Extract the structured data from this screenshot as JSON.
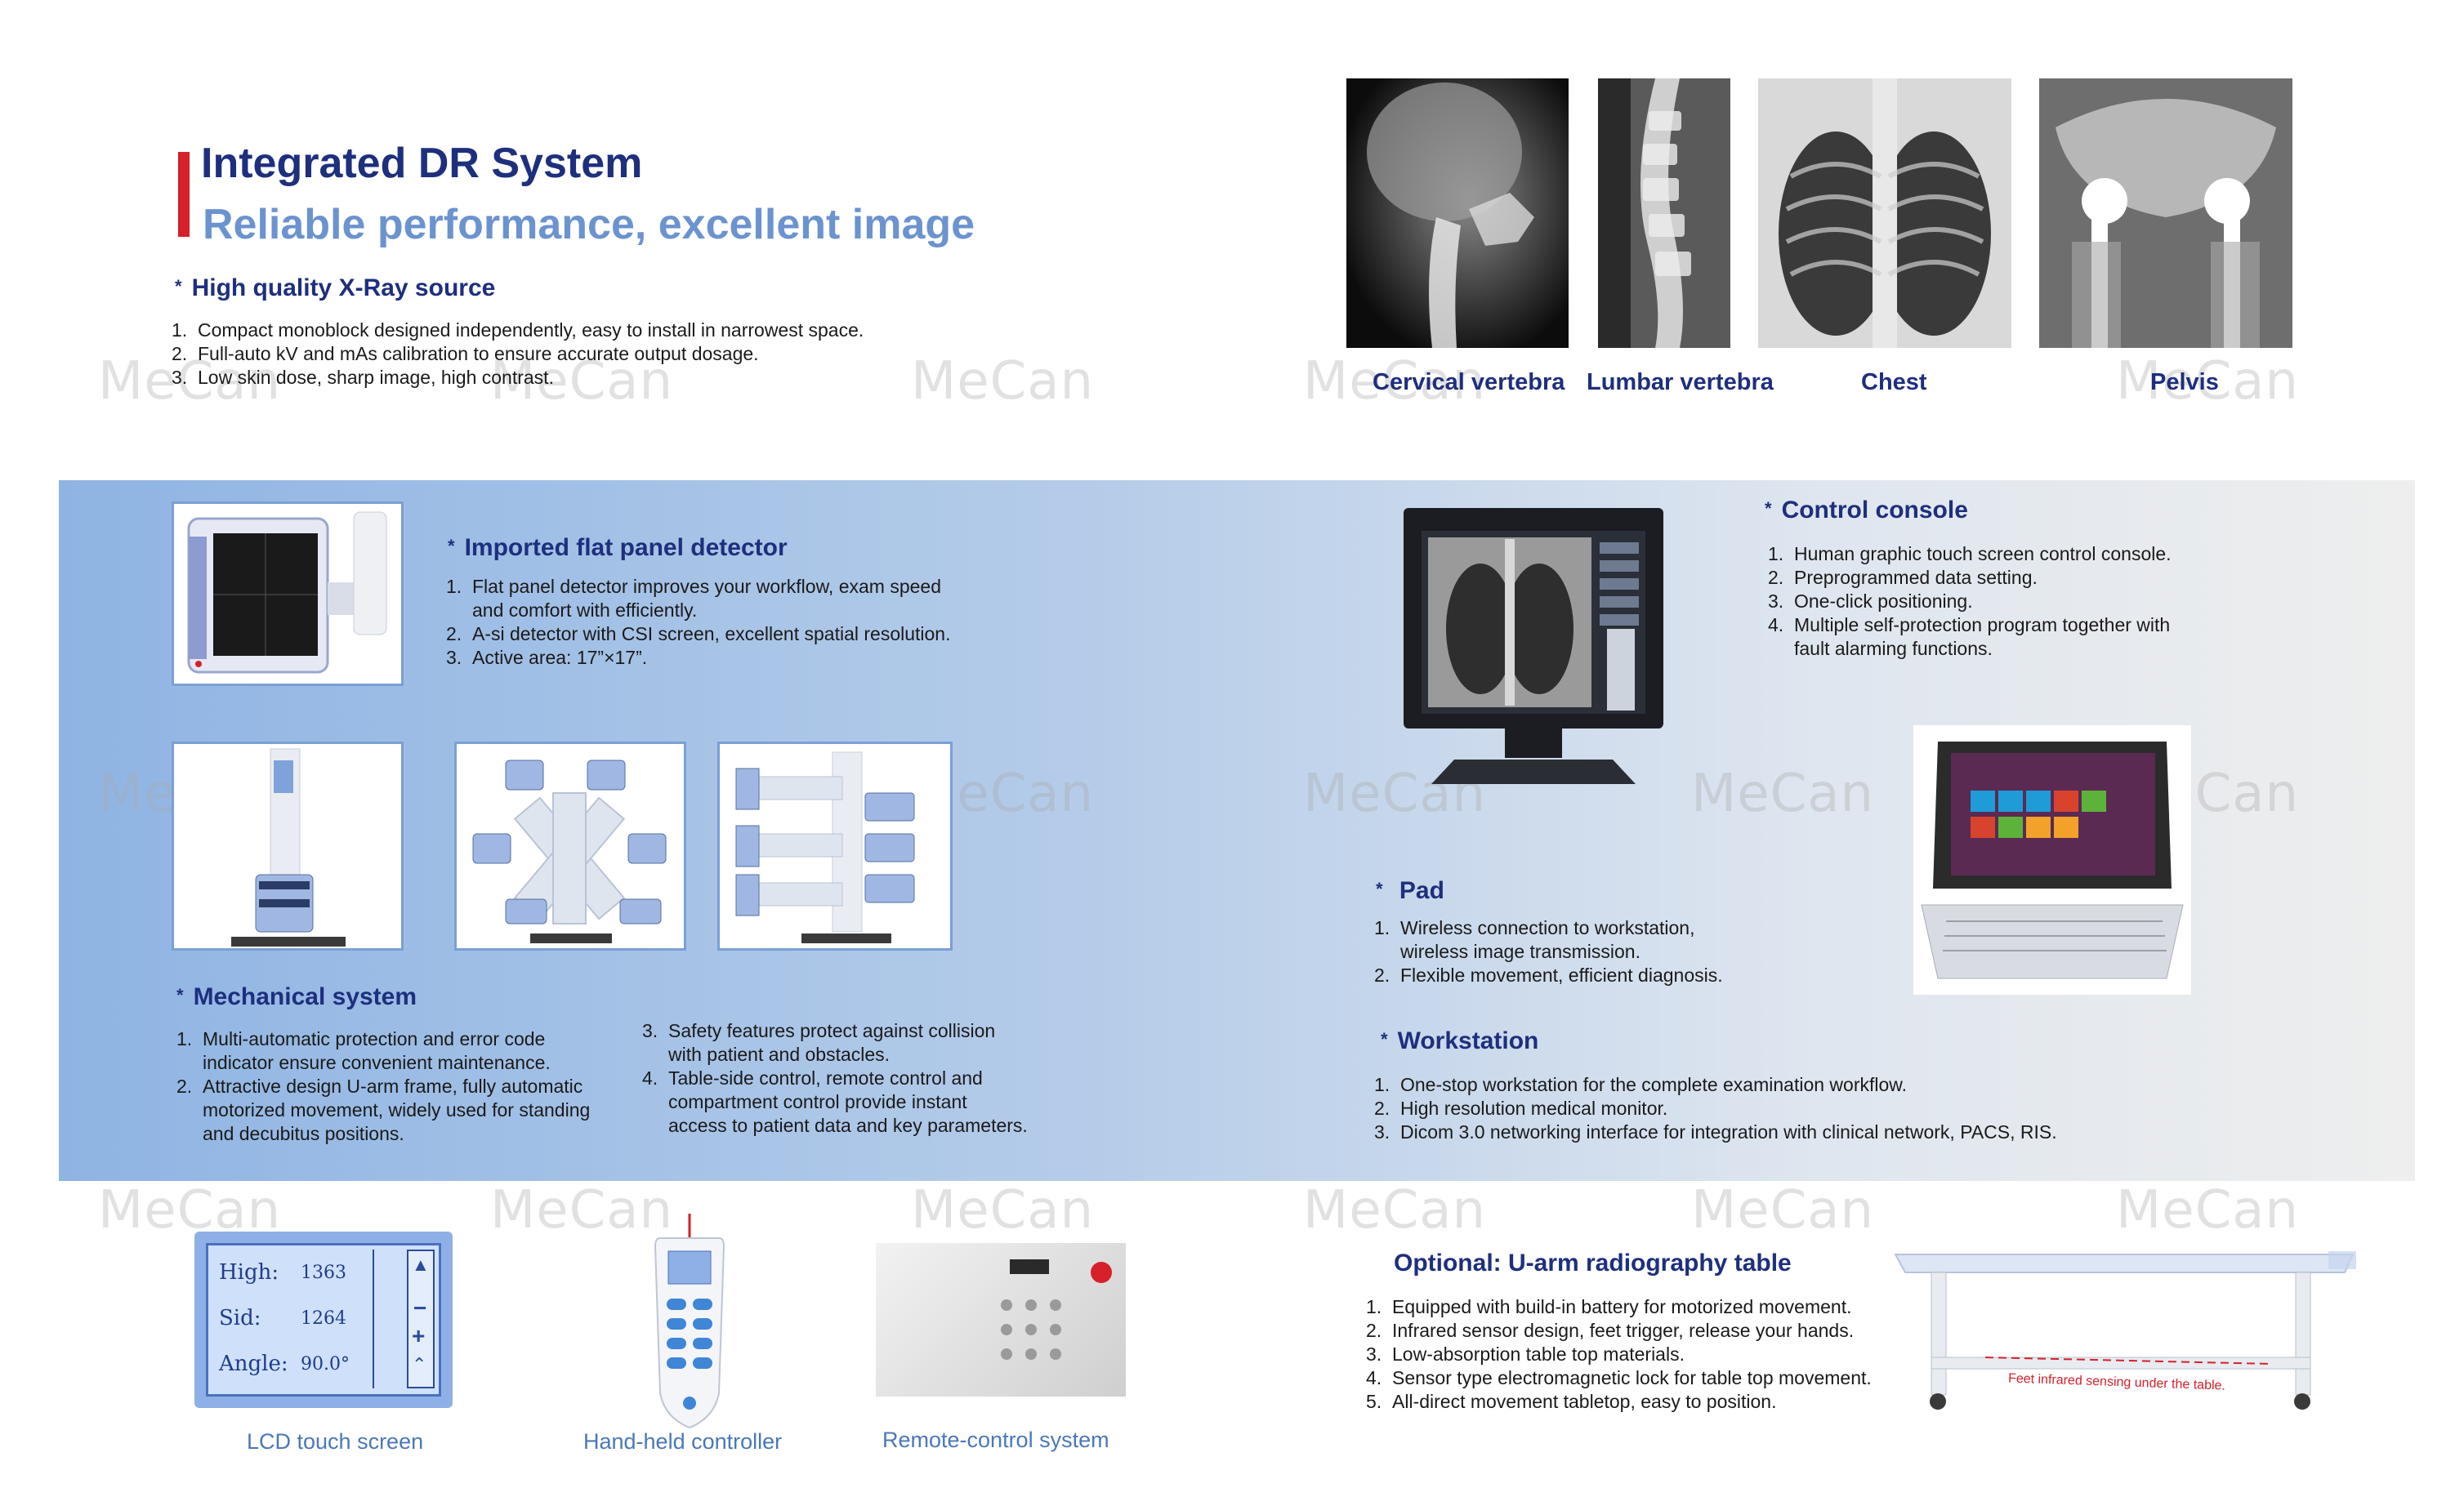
{
  "header": {
    "title": "Integrated DR System",
    "subtitle": "Reliable performance, excellent image"
  },
  "watermark": "MeCan",
  "xray_source": {
    "heading": "High quality X-Ray source",
    "items": [
      {
        "n": "1.",
        "lines": [
          "Compact monoblock designed independently, easy to install in narrowest space."
        ]
      },
      {
        "n": "2.",
        "lines": [
          "Full-auto kV and mAs calibration to ensure accurate output dosage."
        ]
      },
      {
        "n": "3.",
        "lines": [
          "Low skin dose, sharp image, high contrast."
        ]
      }
    ]
  },
  "xray_images": [
    {
      "caption": "Cervical vertebra"
    },
    {
      "caption": "Lumbar vertebra"
    },
    {
      "caption": "Chest"
    },
    {
      "caption": "Pelvis"
    }
  ],
  "detector": {
    "heading": "Imported flat panel detector",
    "items": [
      {
        "n": "1.",
        "lines": [
          "Flat panel detector improves your workflow, exam speed",
          "and comfort with efficiently."
        ]
      },
      {
        "n": "2.",
        "lines": [
          "A-si detector with CSI screen, excellent spatial resolution."
        ]
      },
      {
        "n": "3.",
        "lines": [
          "Active area: 17”×17”."
        ]
      }
    ]
  },
  "mechanical": {
    "heading": "Mechanical system",
    "items_left": [
      {
        "n": "1.",
        "lines": [
          "Multi-automatic protection and error code",
          "indicator ensure convenient maintenance."
        ]
      },
      {
        "n": "2.",
        "lines": [
          "Attractive design U-arm frame, fully automatic",
          "motorized movement, widely used for standing",
          "and decubitus positions."
        ]
      }
    ],
    "items_right": [
      {
        "n": "3.",
        "lines": [
          "Safety features protect against collision",
          "with patient and obstacles."
        ]
      },
      {
        "n": "4.",
        "lines": [
          "Table-side control, remote control and",
          "compartment control provide instant",
          "access to patient data and key parameters."
        ]
      }
    ]
  },
  "console": {
    "heading": "Control console",
    "items": [
      {
        "n": "1.",
        "lines": [
          "Human graphic touch screen control console."
        ]
      },
      {
        "n": "2.",
        "lines": [
          "Preprogrammed data setting."
        ]
      },
      {
        "n": "3.",
        "lines": [
          "One-click positioning."
        ]
      },
      {
        "n": "4.",
        "lines": [
          "Multiple self-protection program together with",
          "fault alarming functions."
        ]
      }
    ]
  },
  "pad": {
    "heading": "Pad",
    "items": [
      {
        "n": "1.",
        "lines": [
          "Wireless connection to workstation,",
          "wireless image transmission."
        ]
      },
      {
        "n": "2.",
        "lines": [
          "Flexible movement, efficient diagnosis."
        ]
      }
    ]
  },
  "workstation": {
    "heading": "Workstation",
    "items": [
      {
        "n": "1.",
        "lines": [
          "One-stop workstation for the complete examination workflow."
        ]
      },
      {
        "n": "2.",
        "lines": [
          "High resolution medical monitor."
        ]
      },
      {
        "n": "3.",
        "lines": [
          "Dicom 3.0 networking interface for integration with clinical network, PACS, RIS."
        ]
      }
    ]
  },
  "lcd": {
    "rows": [
      {
        "label": "High:",
        "value": "1363"
      },
      {
        "label": "Sid:",
        "value": "1264"
      },
      {
        "label": "Angle:",
        "value": "90.0°"
      }
    ]
  },
  "controls_captions": {
    "lcd": "LCD touch screen",
    "handheld": "Hand-held controller",
    "remote": "Remote-control system"
  },
  "table": {
    "heading": "Optional: U-arm radiography table",
    "items": [
      {
        "n": "1.",
        "lines": [
          "Equipped with build-in battery for motorized movement."
        ]
      },
      {
        "n": "2.",
        "lines": [
          "Infrared sensor design, feet trigger, release your hands."
        ]
      },
      {
        "n": "3.",
        "lines": [
          "Low-absorption table top materials."
        ]
      },
      {
        "n": "4.",
        "lines": [
          "Sensor type electromagnetic lock for table top movement."
        ]
      },
      {
        "n": "5.",
        "lines": [
          "All-direct movement tabletop, easy to position."
        ]
      }
    ],
    "image_note": "Feet infrared sensing under the table."
  },
  "colors": {
    "heading": "#1e2f7d",
    "subtitle": "#6b93cf",
    "accent_red": "#d6202a",
    "caption_blue": "#4a78b8"
  }
}
